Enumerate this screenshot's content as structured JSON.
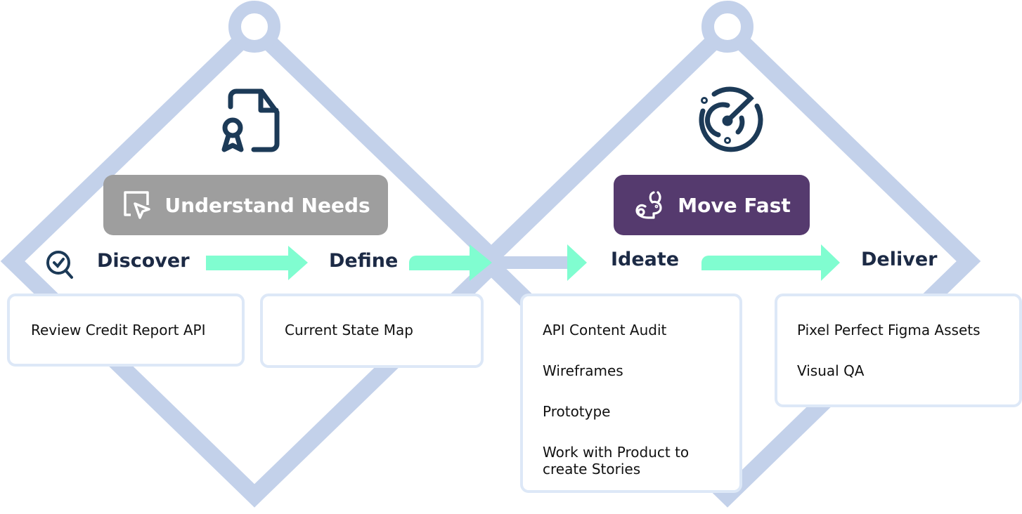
{
  "colors": {
    "diamond": "#c3d1ea",
    "arrow": "#80fdd0",
    "text": "#1c2a45",
    "understand_bg": "#9e9e9e",
    "move_bg": "#553a6e"
  },
  "groups": [
    {
      "title": "Understand Needs",
      "icon": "cursor-in-square-icon",
      "top_icon": "certificate-document-icon"
    },
    {
      "title": "Move Fast",
      "icon": "rabbit-icon",
      "top_icon": "radar-icon"
    }
  ],
  "phases": [
    {
      "label": "Discover",
      "items": [
        "Review Credit Report API"
      ]
    },
    {
      "label": "Define",
      "items": [
        "Current State Map"
      ]
    },
    {
      "label": "Ideate",
      "items": [
        "API  Content Audit",
        "Wireframes",
        "Prototype",
        "Work with Product to create Stories"
      ]
    },
    {
      "label": "Deliver",
      "items": [
        "Pixel Perfect Figma Assets",
        "Visual QA"
      ]
    }
  ]
}
